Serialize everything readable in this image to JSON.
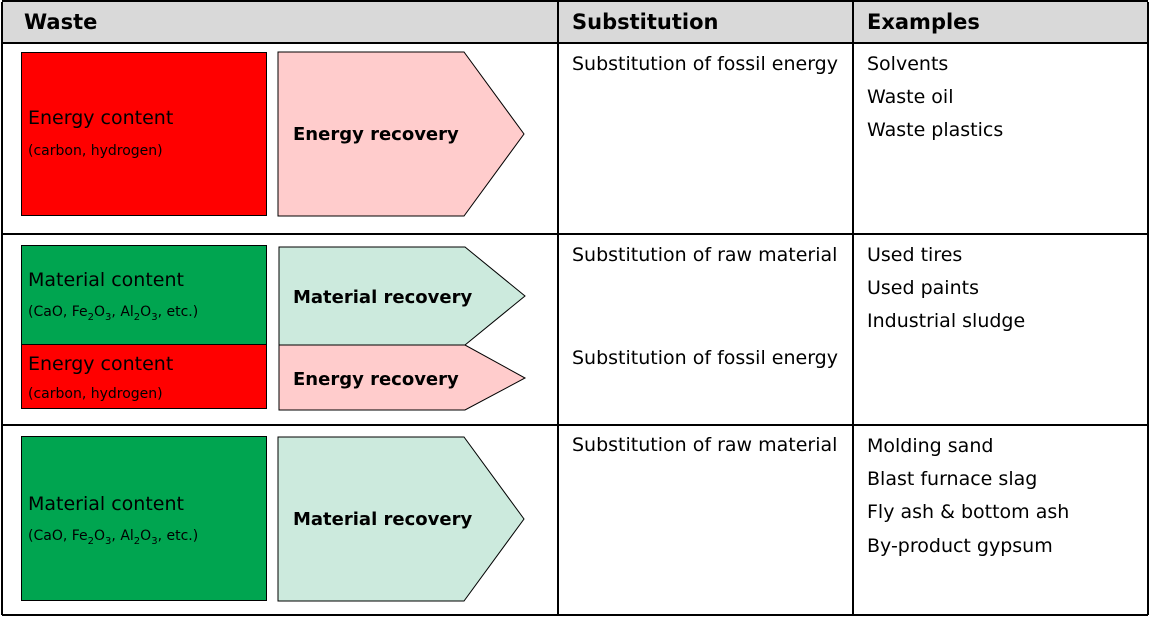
{
  "header": {
    "col1": "Waste",
    "col2": "Substitution",
    "col3": "Examples"
  },
  "rows": [
    {
      "boxes": [
        {
          "label": "Energy content",
          "sub": "(carbon, hydrogen)"
        }
      ],
      "arrows": [
        "Energy recovery"
      ],
      "substitution": [
        "Substitution of fossil energy"
      ],
      "examples": [
        "Solvents",
        "Waste oil",
        "Waste plastics"
      ]
    },
    {
      "boxes": [
        {
          "label": "Material content",
          "sub_parts": [
            "(CaO, Fe",
            "2",
            "O",
            "3",
            ", Al",
            "2",
            "O",
            "3",
            ", etc.)"
          ]
        },
        {
          "label": "Energy content",
          "sub": "(carbon, hydrogen)"
        }
      ],
      "arrows": [
        "Material recovery",
        "Energy recovery"
      ],
      "substitution": [
        "Substitution of raw material",
        "Substitution of fossil energy"
      ],
      "examples": [
        "Used tires",
        "Used paints",
        "Industrial sludge"
      ]
    },
    {
      "boxes": [
        {
          "label": "Material content",
          "sub_parts": [
            "(CaO, Fe",
            "2",
            "O",
            "3",
            ", Al",
            "2",
            "O",
            "3",
            ", etc.)"
          ]
        }
      ],
      "arrows": [
        "Material recovery"
      ],
      "substitution": [
        "Substitution of raw material"
      ],
      "examples": [
        "Molding sand",
        "Blast furnace slag",
        "Fly ash & bottom ash",
        "By-product gypsum"
      ]
    }
  ],
  "colors": {
    "energy": "#ff0000",
    "energy_arrow": "#ffcccc",
    "material": "#00a550",
    "material_arrow": "#cceadd",
    "header": "#d9d9d9"
  }
}
